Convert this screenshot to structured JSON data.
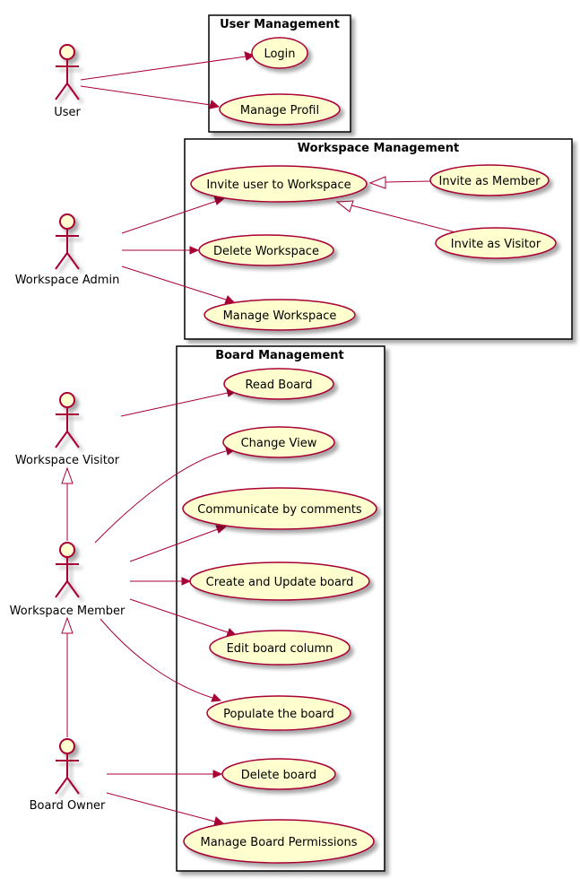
{
  "colors": {
    "usecase_fill": "#FEFECE",
    "line": "#A80036",
    "frame": "#000000",
    "shadow": "#c8c8c8"
  },
  "packages": {
    "user_management": {
      "title": "User Management"
    },
    "workspace_management": {
      "title": "Workspace Management"
    },
    "board_management": {
      "title": "Board Management"
    }
  },
  "actors": {
    "user": "User",
    "workspace_admin": "Workspace Admin",
    "workspace_visitor": "Workspace Visitor",
    "workspace_member": "Workspace Member",
    "board_owner": "Board Owner"
  },
  "usecases": {
    "login": "Login",
    "manage_profil": "Manage Profil",
    "invite_user": "Invite user to Workspace",
    "invite_member": "Invite as Member",
    "invite_visitor": "Invite as Visitor",
    "delete_workspace": "Delete Workspace",
    "manage_workspace": "Manage Workspace",
    "read_board": "Read Board",
    "change_view": "Change View",
    "communicate": "Communicate by comments",
    "create_update_board": "Create and Update board",
    "edit_board_column": "Edit board column",
    "populate_board": "Populate the board",
    "delete_board": "Delete board",
    "manage_permissions": "Manage Board Permissions"
  }
}
